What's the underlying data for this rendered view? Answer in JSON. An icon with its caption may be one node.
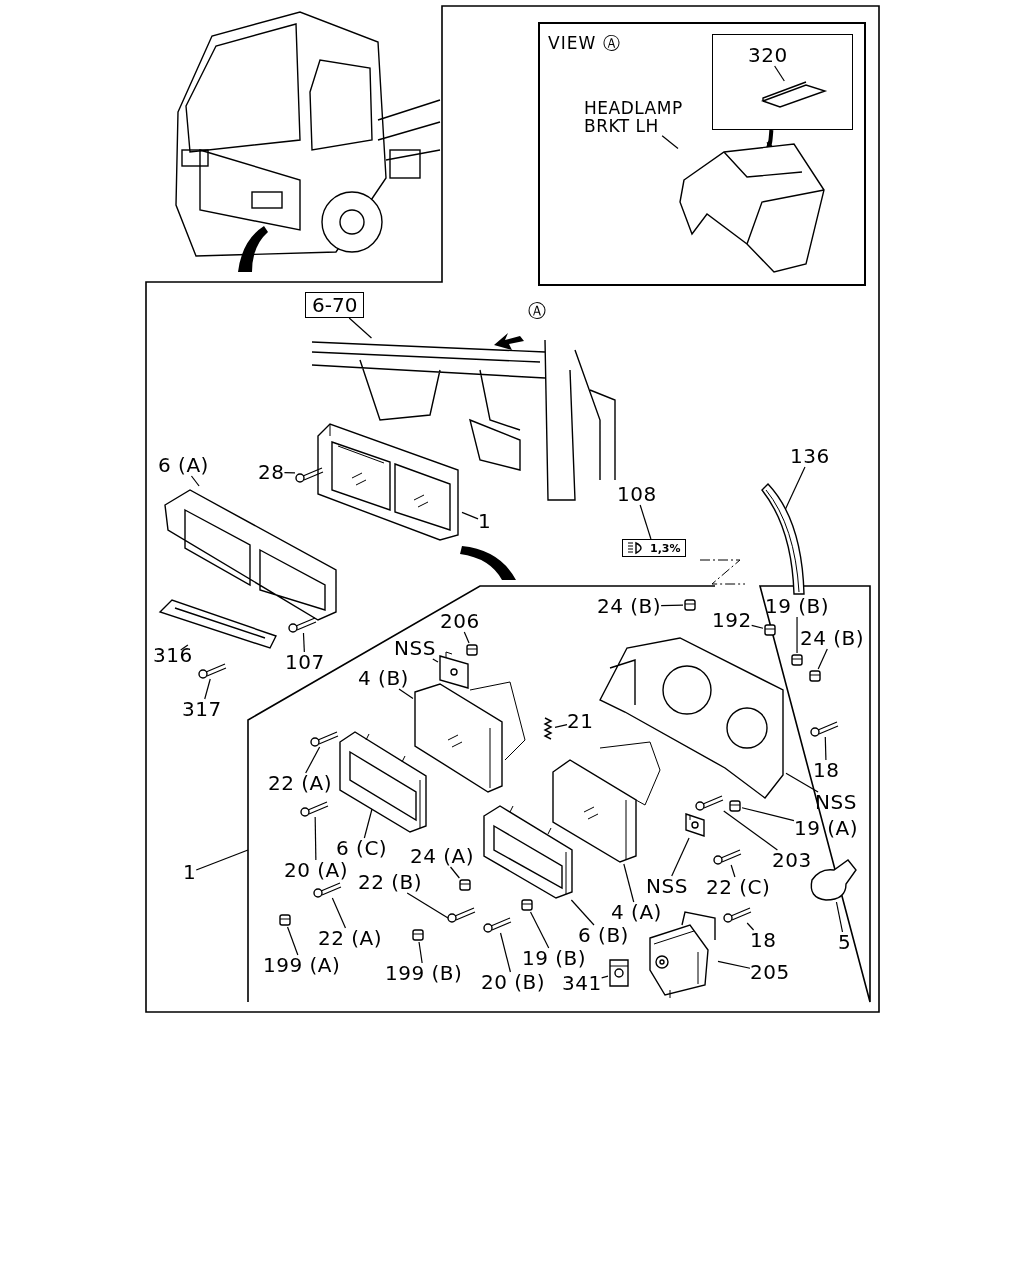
{
  "diagram": {
    "nodes": [
      {
        "text": [
          "VIEW Ⓐ"
        ]
      },
      {
        "text": [],
        "shape": "box",
        "in": 0
      },
      {
        "text": [
          "320"
        ],
        "in": 1
      },
      {
        "text": [
          "HEADLAMP BRKT LH"
        ],
        "in": 0
      },
      {
        "text": [
          "6-70"
        ]
      },
      {
        "text": [
          "6 (A)"
        ]
      },
      {
        "text": [
          "28"
        ]
      },
      {
        "text": [
          "1"
        ]
      },
      {
        "text": [
          "108"
        ]
      },
      {
        "text": [
          "136"
        ]
      },
      {
        "text": [
          "1,3%"
        ]
      },
      {
        "text": [
          "316"
        ]
      },
      {
        "text": [
          "107"
        ]
      },
      {
        "text": [
          "206"
        ]
      },
      {
        "text": [
          "24 (B)"
        ]
      },
      {
        "text": [
          "19 (B)"
        ]
      },
      {
        "text": [
          "192"
        ]
      },
      {
        "text": [
          "24 (B)"
        ]
      },
      {
        "text": [
          "NSS"
        ]
      },
      {
        "text": [
          "4 (B)"
        ]
      },
      {
        "text": [
          "317"
        ]
      },
      {
        "text": [
          "21"
        ]
      },
      {
        "text": [
          "18"
        ]
      },
      {
        "text": [
          "22 (A)"
        ]
      },
      {
        "text": [
          "NSS"
        ]
      },
      {
        "text": [
          "19 (A)"
        ]
      },
      {
        "text": [
          "6 (C)"
        ]
      },
      {
        "text": [
          "20 (A)"
        ]
      },
      {
        "text": [
          "1"
        ]
      },
      {
        "text": [
          "24 (A)"
        ]
      },
      {
        "text": [
          "203"
        ]
      },
      {
        "text": [
          "22 (B)"
        ]
      },
      {
        "text": [
          "NSS"
        ]
      },
      {
        "text": [
          "22 (C)"
        ]
      },
      {
        "text": [
          "4 (A)"
        ]
      },
      {
        "text": [
          "6 (B)"
        ]
      },
      {
        "text": [
          "22 (A)"
        ]
      },
      {
        "text": [
          "18"
        ]
      },
      {
        "text": [
          "5"
        ]
      },
      {
        "text": [
          "19 (B)"
        ]
      },
      {
        "text": [
          "199 (A)"
        ]
      },
      {
        "text": [
          "199 (B)"
        ]
      },
      {
        "text": [
          "205"
        ]
      },
      {
        "text": [
          "341"
        ]
      },
      {
        "text": [
          "20 (B)"
        ]
      },
      {
        "text": [],
        "shape": "picture",
        "in": 1
      },
      {
        "text": [],
        "shape": "picture",
        "in": 0
      },
      {
        "text": [],
        "shape": "picture"
      },
      {
        "text": [],
        "shape": "picture"
      },
      {
        "text": [],
        "shape": "picture"
      },
      {
        "text": [],
        "shape": "picture"
      },
      {
        "text": [],
        "shape": "picture"
      },
      {
        "text": [],
        "shape": "picture"
      },
      {
        "text": [],
        "shape": "picture"
      },
      {
        "text": [],
        "shape": "picture"
      },
      {
        "text": [],
        "shape": "picture"
      },
      {
        "text": [],
        "shape": "picture"
      },
      {
        "text": [],
        "shape": "picture"
      },
      {
        "text": [],
        "shape": "picture"
      },
      {
        "text": [],
        "shape": "picture"
      },
      {
        "text": [],
        "shape": "picture"
      },
      {
        "text": [],
        "shape": "picture"
      },
      {
        "text": [],
        "shape": "picture"
      },
      {
        "text": [],
        "shape": "picture"
      },
      {
        "text": [],
        "shape": "picture"
      },
      {
        "text": [],
        "shape": "picture"
      },
      {
        "text": [],
        "shape": "picture"
      },
      {
        "text": [],
        "shape": "picture"
      },
      {
        "text": [],
        "shape": "picture"
      },
      {
        "text": [],
        "shape": "picture"
      },
      {
        "text": [],
        "shape": "picture"
      },
      {
        "text": [],
        "shape": "picture"
      },
      {
        "text": [],
        "shape": "picture"
      },
      {
        "text": [],
        "shape": "picture"
      },
      {
        "text": [],
        "shape": "picture"
      },
      {
        "text": [],
        "shape": "picture"
      },
      {
        "text": [],
        "shape": "picture"
      },
      {
        "text": [],
        "shape": "picture"
      },
      {
        "text": [],
        "shape": "picture"
      },
      {
        "text": [],
        "shape": "picture"
      },
      {
        "text": [],
        "shape": "picture"
      },
      {
        "text": [],
        "shape": "picture"
      },
      {
        "text": [],
        "shape": "picture"
      },
      {
        "text": [],
        "shape": "picture"
      },
      {
        "text": [],
        "shape": "picture"
      }
    ],
    "edges": [
      {
        "from": 2,
        "to": 45,
        "arrow": "none"
      },
      {
        "from": 1,
        "to": 46,
        "arrow": "to",
        "style": "thick"
      },
      {
        "from": 3,
        "to": 46,
        "arrow": "none"
      },
      {
        "from": 4,
        "to": 47,
        "arrow": "none"
      },
      {
        "from": 5,
        "to": 48,
        "arrow": "none"
      },
      {
        "from": 6,
        "to": 49,
        "arrow": "none"
      },
      {
        "from": 7,
        "to": 50,
        "arrow": "none"
      },
      {
        "from": 8,
        "to": 10,
        "arrow": "none"
      },
      {
        "from": 9,
        "to": 51,
        "arrow": "none"
      },
      {
        "from": 11,
        "to": 52,
        "arrow": "none"
      },
      {
        "from": 12,
        "to": 53,
        "arrow": "none"
      },
      {
        "from": 13,
        "to": 54,
        "arrow": "none"
      },
      {
        "from": 14,
        "to": 55,
        "arrow": "none"
      },
      {
        "from": 15,
        "to": 56,
        "arrow": "none"
      },
      {
        "from": 16,
        "to": 57,
        "arrow": "none"
      },
      {
        "from": 17,
        "to": 58,
        "arrow": "none"
      },
      {
        "from": 18,
        "to": 59,
        "arrow": "none"
      },
      {
        "from": 19,
        "to": 60,
        "arrow": "none"
      },
      {
        "from": 20,
        "to": 61,
        "arrow": "none"
      },
      {
        "from": 21,
        "to": 62,
        "arrow": "none"
      },
      {
        "from": 22,
        "to": 63,
        "arrow": "none"
      },
      {
        "from": 23,
        "to": 64,
        "arrow": "none"
      },
      {
        "from": 24,
        "to": 65,
        "arrow": "none"
      },
      {
        "from": 25,
        "to": 66,
        "arrow": "none"
      },
      {
        "from": 26,
        "to": 67,
        "arrow": "none"
      },
      {
        "from": 27,
        "to": 68,
        "arrow": "none"
      },
      {
        "from": 28,
        "to": null,
        "arrow": "none"
      },
      {
        "from": 29,
        "to": 69,
        "arrow": "none"
      },
      {
        "from": 30,
        "to": 70,
        "arrow": "none"
      },
      {
        "from": 31,
        "to": 71,
        "arrow": "none"
      },
      {
        "from": 32,
        "to": 72,
        "arrow": "none"
      },
      {
        "from": 33,
        "to": 73,
        "arrow": "none"
      },
      {
        "from": 34,
        "to": 74,
        "arrow": "none"
      },
      {
        "from": 35,
        "to": 75,
        "arrow": "none"
      },
      {
        "from": 36,
        "to": 76,
        "arrow": "none"
      },
      {
        "from": 37,
        "to": 77,
        "arrow": "none"
      },
      {
        "from": 38,
        "to": 78,
        "arrow": "none"
      },
      {
        "from": 39,
        "to": 79,
        "arrow": "none"
      },
      {
        "from": 40,
        "to": 80,
        "arrow": "none"
      },
      {
        "from": 41,
        "to": 81,
        "arrow": "none"
      },
      {
        "from": 42,
        "to": 82,
        "arrow": "none"
      },
      {
        "from": 43,
        "to": 83,
        "arrow": "none"
      },
      {
        "from": 44,
        "to": 84,
        "arrow": "none"
      }
    ],
    "labels": [
      "Ⓐ"
    ]
  }
}
